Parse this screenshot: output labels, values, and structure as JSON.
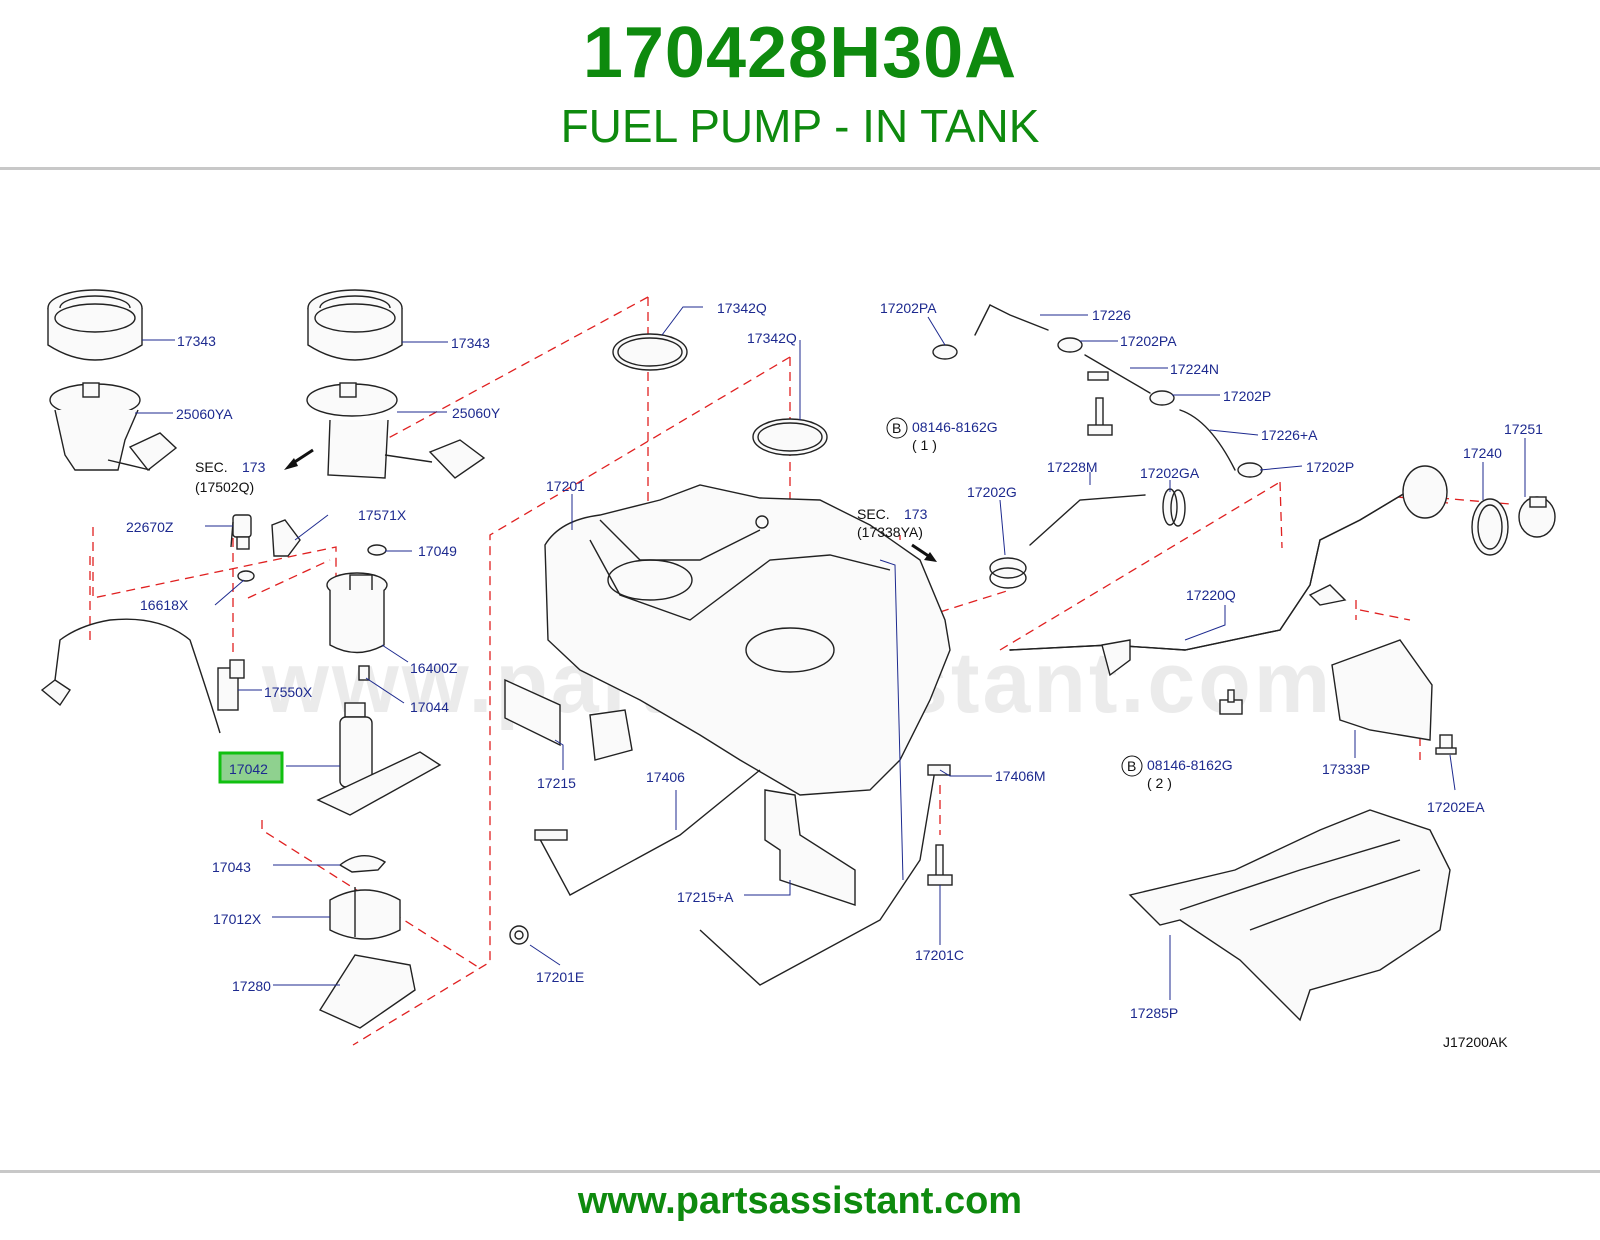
{
  "header": {
    "part_number": "170428H30A",
    "title": "FUEL PUMP - IN TANK"
  },
  "footer": {
    "url": "www.partsassistant.com"
  },
  "diagram": {
    "watermark": "www.partsassistant.com",
    "code": "J17200AK",
    "highlighted_part": "17042",
    "labels": {
      "l17343a": "17343",
      "l17343b": "17343",
      "l25060YA": "25060YA",
      "l25060Y": "25060Y",
      "lsec1": "SEC.",
      "lsec1n": "173",
      "lsec1r": "(17502Q)",
      "l22670Z": "22670Z",
      "l17571X": "17571X",
      "l17049": "17049",
      "l16618X": "16618X",
      "l16400Z": "16400Z",
      "l17044": "17044",
      "l17550X": "17550X",
      "l17042": "17042",
      "l17043": "17043",
      "l17012X": "17012X",
      "l17280": "17280",
      "l17342Qa": "17342Q",
      "l17342Qb": "17342Q",
      "l17201": "17201",
      "l17215": "17215",
      "l17406": "17406",
      "l17201E": "17201E",
      "l17215A": "17215+A",
      "l17406M": "17406M",
      "l17201C": "17201C",
      "lsec2": "SEC.",
      "lsec2n": "173",
      "lsec2r": "(17338YA)",
      "l17202PAa": "17202PA",
      "l17226": "17226",
      "l17202PAb": "17202PA",
      "l17224N": "17224N",
      "l17202Pa": "17202P",
      "l17226A": "17226+A",
      "l17202Pb": "17202P",
      "lbolt1": "08146-8162G",
      "lbolt1q": "( 1 )",
      "l17228M": "17228M",
      "l17202GA": "17202GA",
      "l17202G": "17202G",
      "l17251": "17251",
      "l17240": "17240",
      "l17220Q": "17220Q",
      "lbolt2": "08146-8162G",
      "lbolt2q": "( 2 )",
      "l17333P": "17333P",
      "l17202EA": "17202EA",
      "l17285P": "17285P",
      "lB1": "B",
      "lB2": "B"
    }
  }
}
